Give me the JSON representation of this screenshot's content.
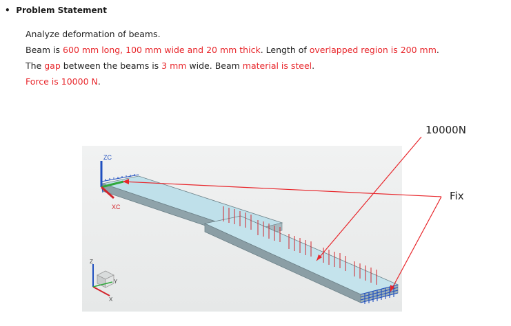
{
  "heading": {
    "bullet": "•",
    "title": "Problem Statement"
  },
  "statement": {
    "line1": "Analyze deformation of beams.",
    "line2": {
      "a": "Beam is ",
      "b": "600 mm long, 100 mm wide and 20 mm thick",
      "c": ".  Length of ",
      "d": "overlapped region is 200 mm",
      "e": "."
    },
    "line3": {
      "a": "The ",
      "b": "gap",
      "c": " between the beams is ",
      "d": "3 mm",
      "e": " wide.  Beam ",
      "f": "material is steel",
      "g": "."
    },
    "line4": {
      "a": "Force is 10000 N",
      "b": "."
    }
  },
  "figure": {
    "axis_labels": {
      "zc": "ZC",
      "xc": "XC",
      "z": "Z",
      "y": "Y",
      "x": "X"
    },
    "callouts": {
      "force": "10000N",
      "fix": "Fix"
    }
  },
  "colors": {
    "highlight": "#e8262b",
    "beam_top": "#bfe0ea",
    "beam_side": "#8fa3aa",
    "force_arrow": "#d2232a",
    "fix_mesh": "#1f4fbf"
  }
}
